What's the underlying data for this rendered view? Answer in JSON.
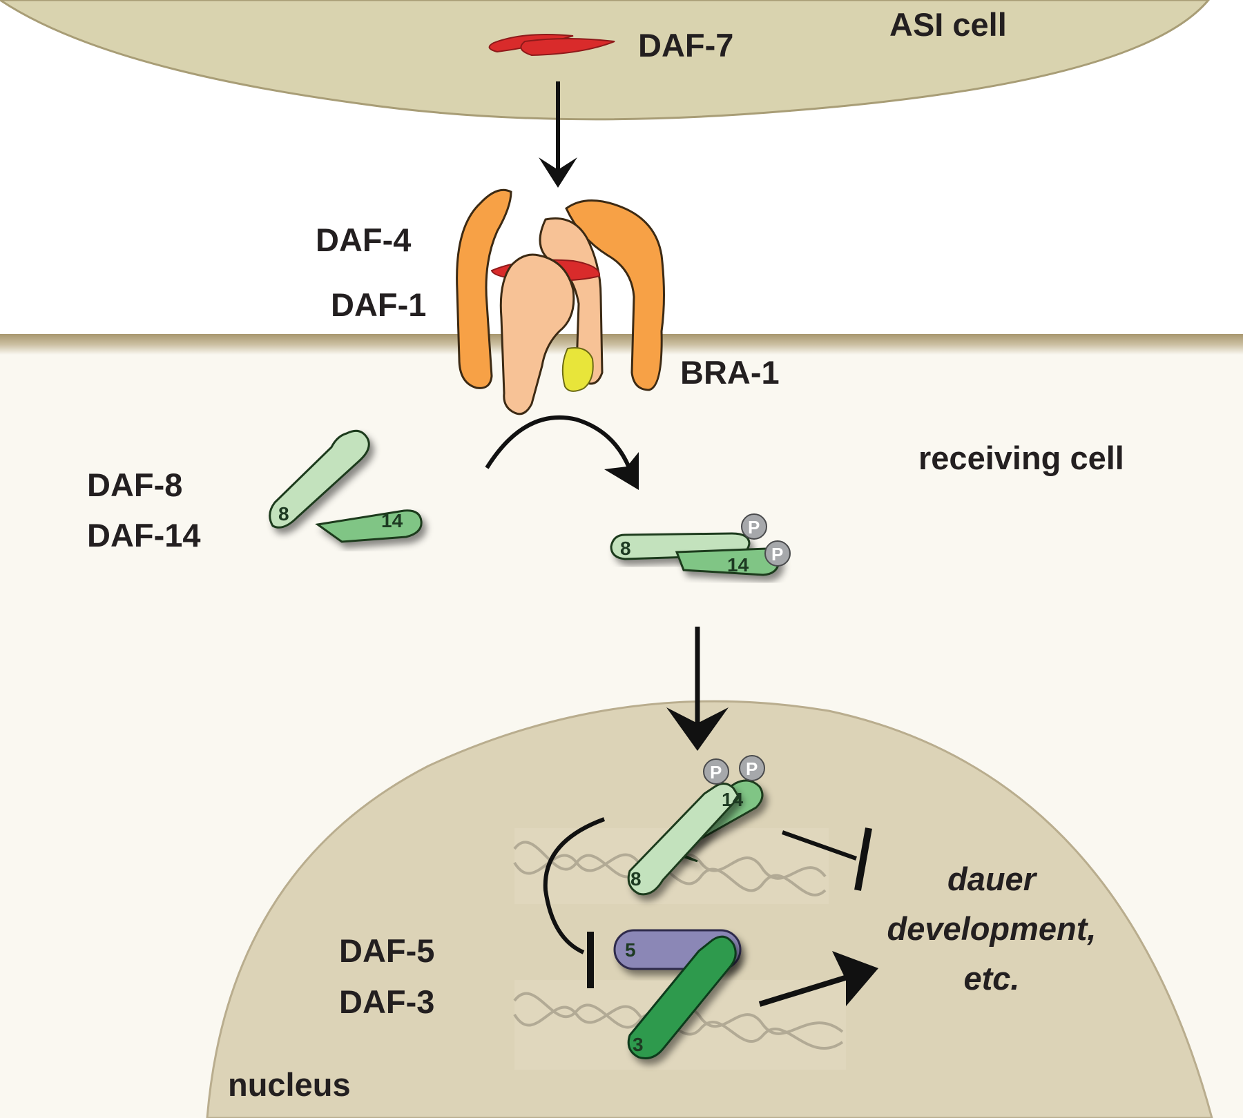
{
  "labels": {
    "asi_cell": "ASI cell",
    "daf7": "DAF-7",
    "daf4": "DAF-4",
    "daf1": "DAF-1",
    "bra1": "BRA-1",
    "receiving_cell": "receiving cell",
    "daf8": "DAF-8",
    "daf14": "DAF-14",
    "daf5": "DAF-5",
    "daf3": "DAF-3",
    "nucleus": "nucleus",
    "outcome_line1": "dauer",
    "outcome_line2": "development,",
    "outcome_line3": "etc."
  },
  "protein_marks": {
    "daf8_num": "8",
    "daf14_num": "14",
    "daf5_num": "5",
    "daf3_num": "3",
    "phospho": "P"
  },
  "colors": {
    "asi_cell_fill": "#d9d3af",
    "receiving_cell_fill": "#faf8f1",
    "membrane": "#b7a886",
    "nucleus_fill": "#dcd3b7",
    "daf7_ligand": "#d92b2b",
    "daf4_receptor": "#f7a146",
    "daf1_receptor": "#f7c296",
    "bra1": "#e8e53a",
    "daf8": "#c3e2bd",
    "daf14": "#80c585",
    "daf5": "#8b87b6",
    "daf3": "#2f9a4d",
    "phospho_group": "#a6a8ab"
  }
}
